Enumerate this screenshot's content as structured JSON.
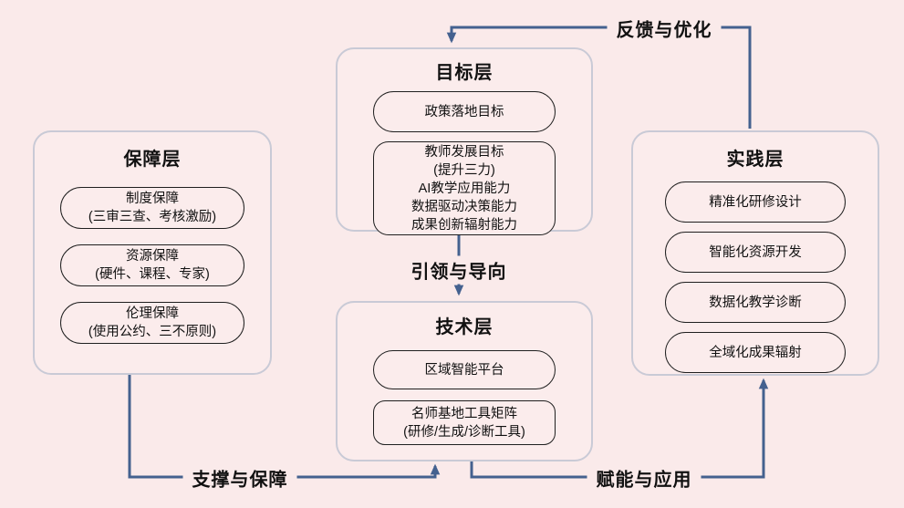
{
  "colors": {
    "background": "#faeaea",
    "panel_border": "#c9cad6",
    "node_border": "#1f1f1f",
    "arrow": "#44618f",
    "text": "#111111"
  },
  "layers": {
    "guarantee": {
      "title": "保障层",
      "items": [
        {
          "lines": [
            "制度保障",
            "(三审三查、考核激励)"
          ]
        },
        {
          "lines": [
            "资源保障",
            "(硬件、课程、专家)"
          ]
        },
        {
          "lines": [
            "伦理保障",
            "(使用公约、三不原则)"
          ]
        }
      ]
    },
    "goal": {
      "title": "目标层",
      "items": [
        {
          "lines": [
            "政策落地目标"
          ]
        },
        {
          "lines": [
            "教师发展目标",
            "(提升三力)",
            "AI教学应用能力",
            "数据驱动决策能力",
            "成果创新辐射能力"
          ]
        }
      ]
    },
    "technology": {
      "title": "技术层",
      "items": [
        {
          "lines": [
            "区域智能平台"
          ]
        },
        {
          "lines": [
            "名师基地工具矩阵",
            "(研修/生成/诊断工具)"
          ]
        }
      ]
    },
    "practice": {
      "title": "实践层",
      "items": [
        {
          "lines": [
            "精准化研修设计"
          ]
        },
        {
          "lines": [
            "智能化资源开发"
          ]
        },
        {
          "lines": [
            "数据化教学诊断"
          ]
        },
        {
          "lines": [
            "全域化成果辐射"
          ]
        }
      ]
    }
  },
  "connectors": {
    "feedback": {
      "label": "反馈与优化"
    },
    "guidance": {
      "label": "引领与导向"
    },
    "support": {
      "label": "支撑与保障"
    },
    "empower": {
      "label": "赋能与应用"
    }
  }
}
